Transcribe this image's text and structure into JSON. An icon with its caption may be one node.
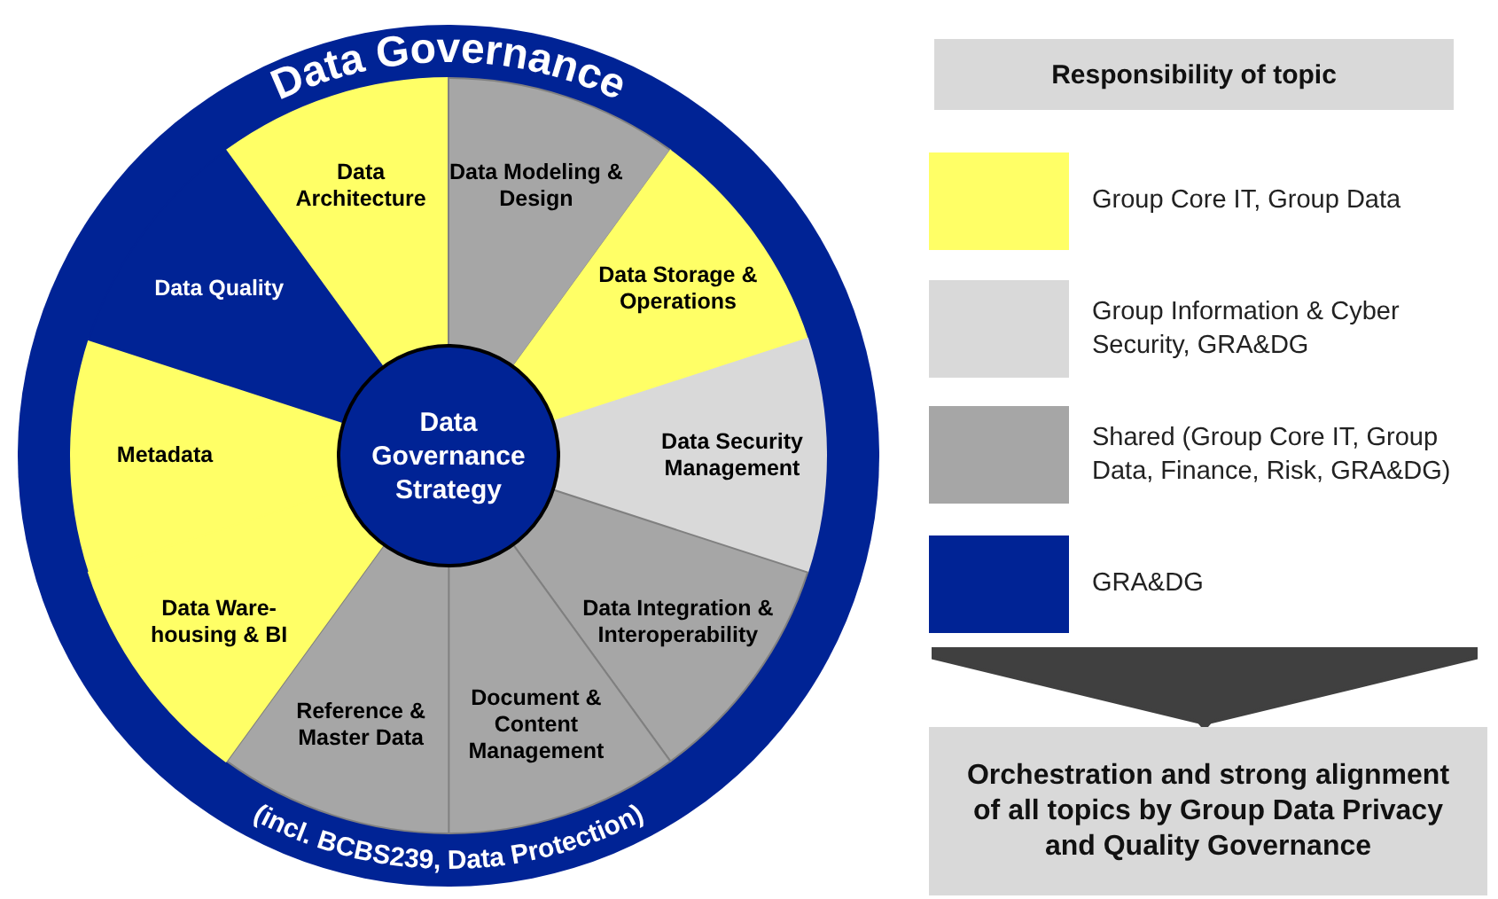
{
  "diagram": {
    "nodes": [
      {
        "text": [
          "Data Governance",
          "(incl. BCBS239, Data Protection)"
        ]
      },
      {
        "text": [
          "Data Architecture"
        ],
        "in": 0
      },
      {
        "text": [
          "Data Modeling & Design"
        ],
        "in": 0
      },
      {
        "text": [
          "Data Storage & Operations"
        ],
        "in": 0
      },
      {
        "text": [
          "Data Security Management"
        ],
        "in": 0
      },
      {
        "text": [
          "Data Integration & Interoperability"
        ],
        "in": 0
      },
      {
        "text": [
          "Document & Content Management"
        ],
        "in": 0
      },
      {
        "text": [
          "Reference & Master Data"
        ],
        "in": 0
      },
      {
        "text": [
          "Data Ware- housing & BI"
        ],
        "in": 0
      },
      {
        "text": [
          "Metadata"
        ],
        "in": 0
      },
      {
        "text": [
          "Data Quality"
        ],
        "in": 0
      },
      {
        "text": [
          "Data Governance Strategy"
        ],
        "in": 0
      },
      {
        "text": [
          "Responsibility of topic"
        ]
      },
      {
        "text": [
          "Orchestration and strong alignment of all topics by Group Data Privacy and Quality Governance"
        ]
      }
    ],
    "edges": [
      {
        "from": null,
        "to": 13,
        "arrow": "to"
      }
    ],
    "legend": [
      {
        "text": "Group Core IT, Group Data",
        "color": "#ffff66"
      },
      {
        "text": "Group Information & Cyber Security, GRA&DG",
        "color": "#d9d9d9"
      },
      {
        "text": "Shared (Group Core IT, Group Data, Finance, Risk, GRA&DG)",
        "color": "#a6a6a6"
      },
      {
        "text": "GRA&DG",
        "color": "#002395"
      }
    ]
  }
}
